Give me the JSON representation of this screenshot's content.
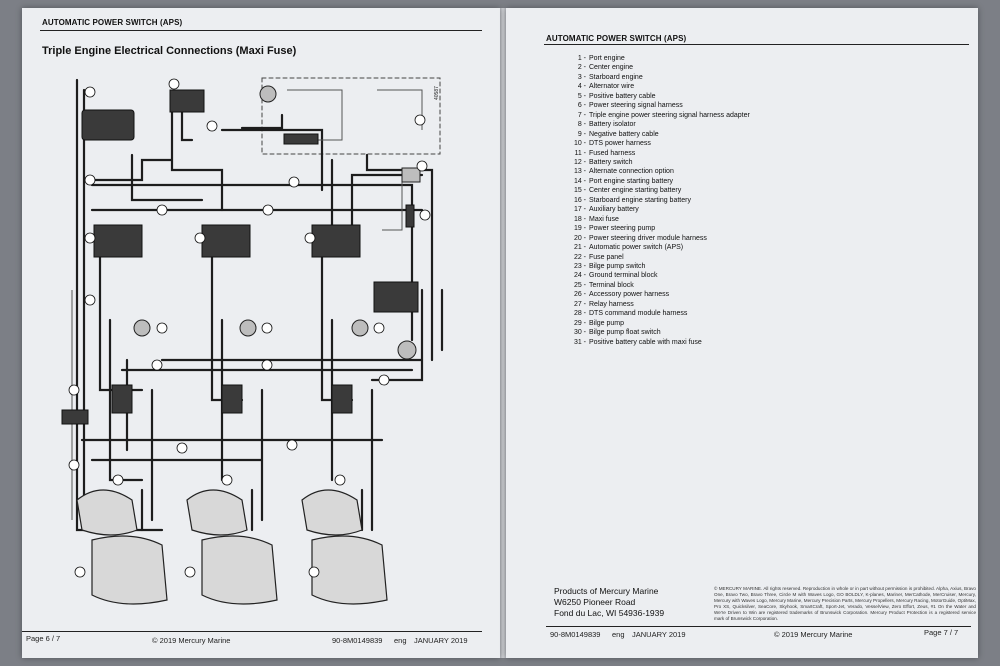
{
  "left_page": {
    "header": "AUTOMATIC POWER SWITCH (APS)",
    "title": "Triple Engine Electrical Connections (Maxi Fuse)",
    "drawing_number": "40587",
    "footer": {
      "page": "Page 6 / 7",
      "copyright": "© 2019 Mercury Marine",
      "doc_number": "90-8M0149839",
      "language": "eng",
      "date": "JANUARY 2019"
    }
  },
  "right_page": {
    "header": "AUTOMATIC POWER SWITCH (APS)",
    "legend": [
      {
        "num": "1 -",
        "text": "Port engine"
      },
      {
        "num": "2 -",
        "text": "Center engine"
      },
      {
        "num": "3 -",
        "text": "Starboard engine"
      },
      {
        "num": "4 -",
        "text": "Alternator wire"
      },
      {
        "num": "5 -",
        "text": "Positive battery cable"
      },
      {
        "num": "6 -",
        "text": "Power steering signal harness"
      },
      {
        "num": "7 -",
        "text": "Triple engine power steering signal harness adapter"
      },
      {
        "num": "8 -",
        "text": "Battery isolator"
      },
      {
        "num": "9 -",
        "text": "Negative battery cable"
      },
      {
        "num": "10 -",
        "text": "DTS power harness"
      },
      {
        "num": "11 -",
        "text": "Fused harness"
      },
      {
        "num": "12 -",
        "text": "Battery switch"
      },
      {
        "num": "13 -",
        "text": "Alternate connection option"
      },
      {
        "num": "14 -",
        "text": "Port engine starting battery"
      },
      {
        "num": "15 -",
        "text": "Center engine starting battery"
      },
      {
        "num": "16 -",
        "text": "Starboard engine starting battery"
      },
      {
        "num": "17 -",
        "text": "Auxiliary battery"
      },
      {
        "num": "18 -",
        "text": "Maxi fuse"
      },
      {
        "num": "19 -",
        "text": "Power steering pump"
      },
      {
        "num": "20 -",
        "text": "Power steering driver module harness"
      },
      {
        "num": "21 -",
        "text": "Automatic power switch (APS)"
      },
      {
        "num": "22 -",
        "text": "Fuse panel"
      },
      {
        "num": "23 -",
        "text": "Bilge pump switch"
      },
      {
        "num": "24 -",
        "text": "Ground terminal block"
      },
      {
        "num": "25 -",
        "text": "Terminal block"
      },
      {
        "num": "26 -",
        "text": "Accessory power harness"
      },
      {
        "num": "27 -",
        "text": "Relay harness"
      },
      {
        "num": "28 -",
        "text": "DTS command module harness"
      },
      {
        "num": "29 -",
        "text": "Bilge pump"
      },
      {
        "num": "30 -",
        "text": "Bilge pump float switch"
      },
      {
        "num": "31 -",
        "text": "Positive battery cable with maxi fuse"
      }
    ],
    "publisher": {
      "name": "Products of Mercury Marine",
      "street": "W6250 Pioneer Road",
      "city": "Fond du Lac, WI 54936-1939"
    },
    "legal": "© MERCURY MARINE. All rights reserved. Reproduction in whole or in part without permission is prohibited. Alpha, Axius, Bravo One, Bravo Two, Bravo Three, Circle M with Waves Logo, GO BOLDLY, K-planes, Mariner, MerCathode, MerCruiser, Mercury, Mercury with Waves Logo, Mercury Marine, Mercury Precision Parts, Mercury Propellers, Mercury Racing, MotorGuide, OptiMax, Pro XS, Quicksilver, SeaCore, Skyhook, SmartCraft, Sport-Jet, Verado, VesselView, Zero Effort, Zeus, #1 On the Water and We're Driven to Win are registered trademarks of Brunswick Corporation. Mercury Product Protection is a registered service mark of Brunswick Corporation.",
    "footer": {
      "doc_number": "90-8M0149839",
      "language": "eng",
      "date": "JANUARY 2019",
      "copyright": "© 2019 Mercury Marine",
      "page": "Page 7 / 7"
    }
  }
}
